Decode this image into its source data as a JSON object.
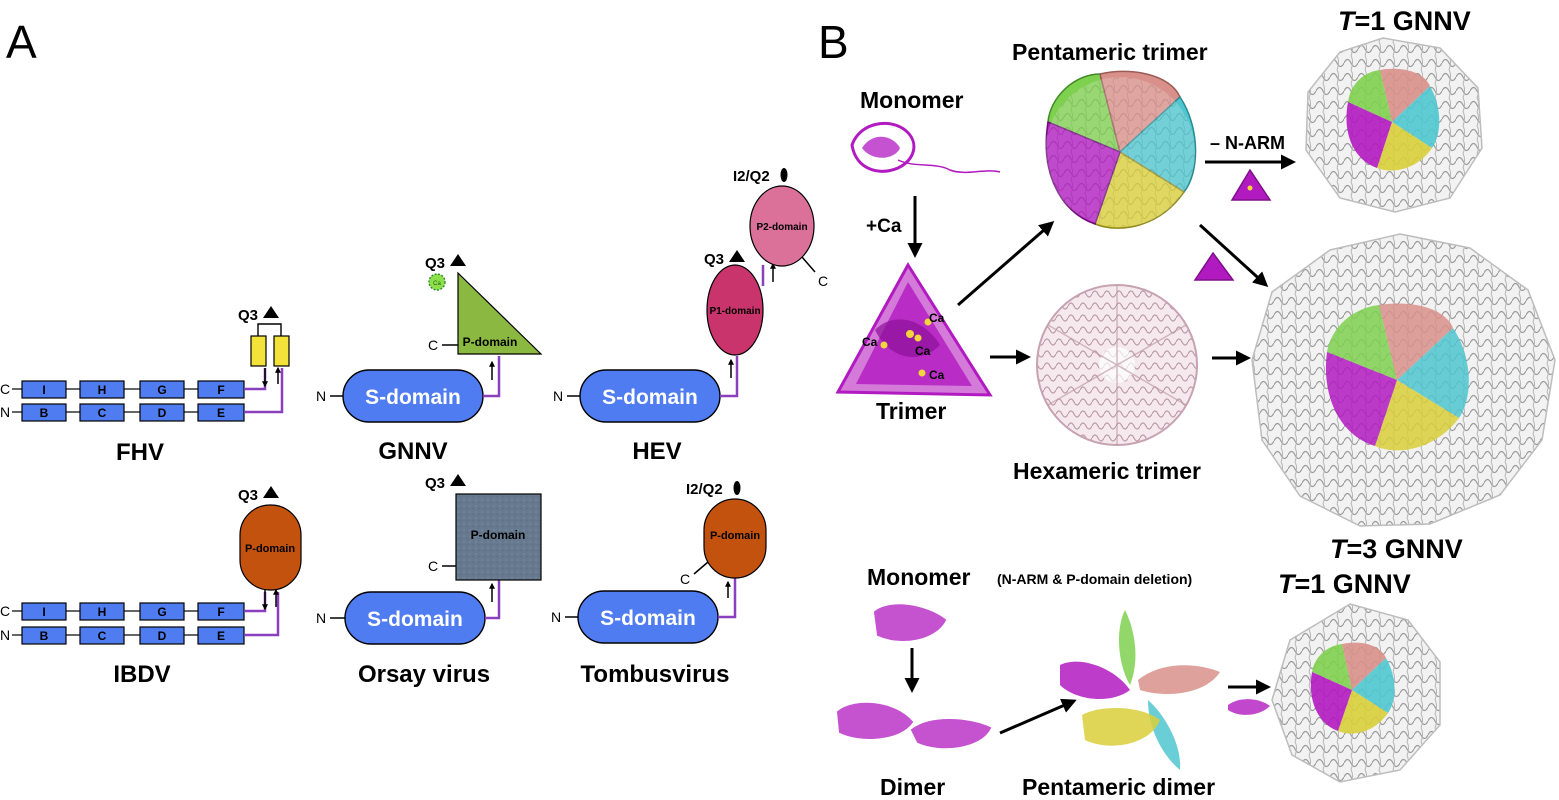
{
  "panels": {
    "a": "A",
    "b": "B"
  },
  "panel_a": {
    "strand_labels_top": [
      "I",
      "H",
      "G",
      "F"
    ],
    "strand_labels_bottom": [
      "B",
      "C",
      "D",
      "E"
    ],
    "q3": "Q3",
    "i2q2": "I2/Q2",
    "n": "N",
    "c": "C",
    "ca_mark": "Ca",
    "s_domain": "S-domain",
    "p_domain": "P-domain",
    "p1_domain": "P1-domain",
    "p2_domain": "P2-domain",
    "viruses": {
      "fhv": "FHV",
      "gnnv": "GNNV",
      "hev": "HEV",
      "ibdv": "IBDV",
      "orsay": "Orsay virus",
      "tombus": "Tombusvirus"
    }
  },
  "panel_b": {
    "monomer": "Monomer",
    "plus_ca": "+Ca",
    "trimer": "Trimer",
    "ca": "Ca",
    "pentameric_trimer": "Pentameric trimer",
    "hexameric_trimer": "Hexameric trimer",
    "minus_narm": "– N-ARM",
    "t1_title": "=1 GNNV",
    "t3_title": "=3 GNNV",
    "t_italic": "T",
    "monomer2": "Monomer",
    "deletion_note": "(N-ARM & P-domain deletion)",
    "t1_title2": "=1 GNNV",
    "dimer": "Dimer",
    "pentameric_dimer": "Pentameric dimer"
  },
  "colors": {
    "strand": "#4f7cf0",
    "s_domain": "#4f7cf0",
    "linker": "#8a3fbf",
    "yellow": "#f2e23a",
    "gnnv_p": "#8ab840",
    "hev_p1": "#c9346c",
    "hev_p2": "#db7098",
    "ibdv_p": "#c4520f",
    "orsay_p": "#647891",
    "magenta": "#b21ac1",
    "green": "#7ed04f",
    "salmon": "#d9908a",
    "cyan": "#4fc6cf",
    "gold": "#d9cf3a",
    "pink": "#dcb4c4",
    "grey": "#bfbfbf"
  }
}
